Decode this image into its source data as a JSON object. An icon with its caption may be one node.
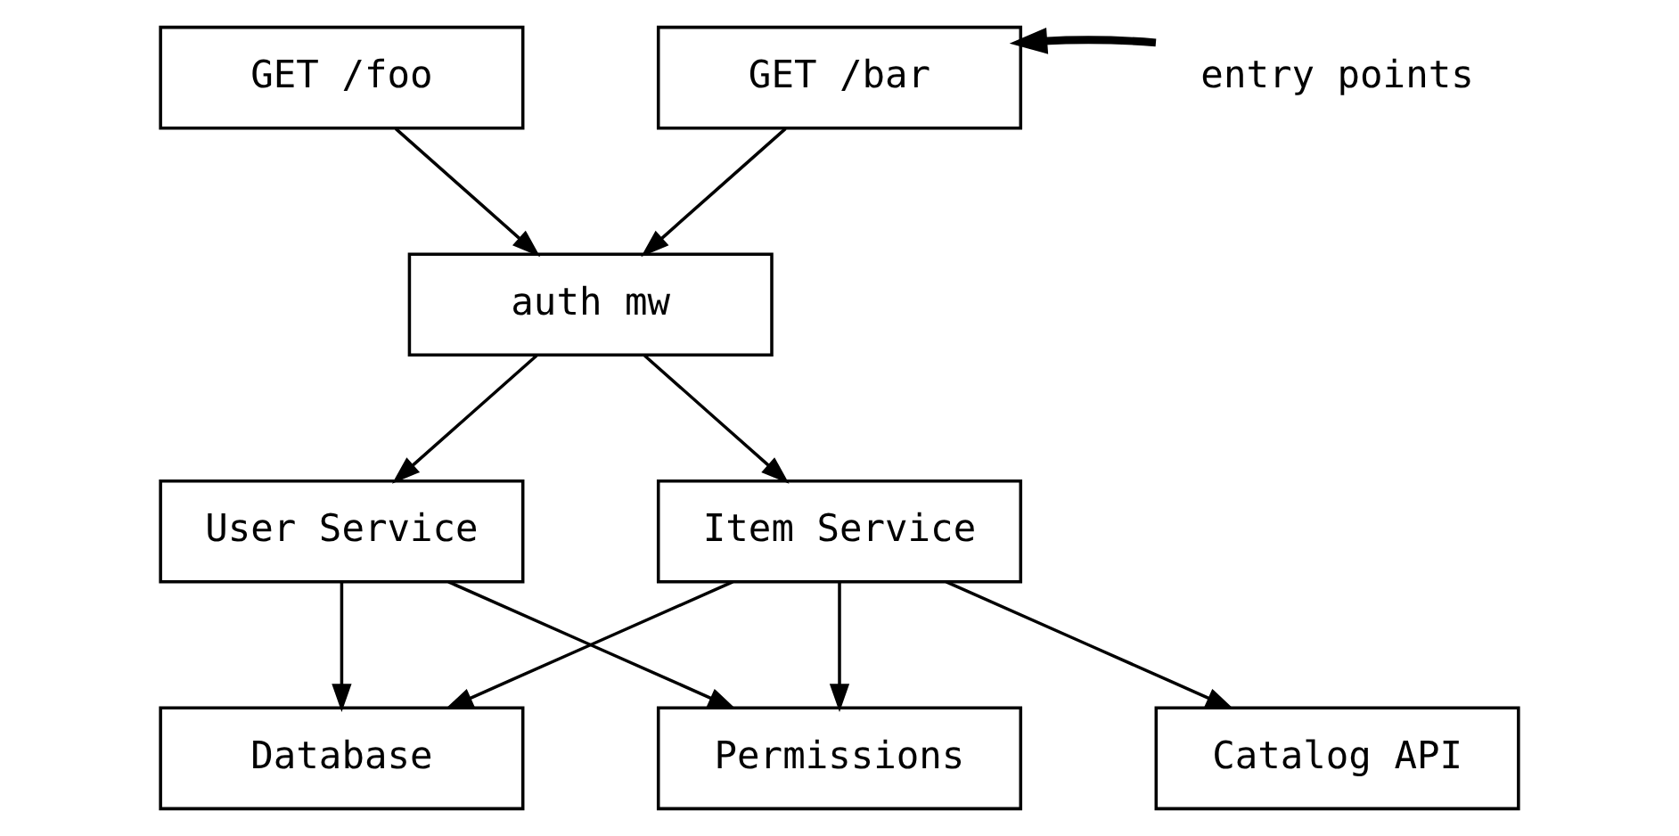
{
  "diagram": {
    "nodes": [
      {
        "text": [
          "GET /foo"
        ]
      },
      {
        "text": [
          "GET /bar"
        ]
      },
      {
        "text": [
          "entry points"
        ]
      },
      {
        "text": [
          "auth mw"
        ]
      },
      {
        "text": [
          "User Service"
        ]
      },
      {
        "text": [
          "Item Service"
        ]
      },
      {
        "text": [
          "Database"
        ]
      },
      {
        "text": [
          "Permissions"
        ]
      },
      {
        "text": [
          "Catalog API"
        ]
      }
    ],
    "edges": [
      {
        "from": 0,
        "to": 3,
        "arrow": "to"
      },
      {
        "from": 1,
        "to": 3,
        "arrow": "to"
      },
      {
        "from": 2,
        "to": 1,
        "arrow": "to",
        "style": "thick"
      },
      {
        "from": 3,
        "to": 4,
        "arrow": "to"
      },
      {
        "from": 3,
        "to": 5,
        "arrow": "to"
      },
      {
        "from": 4,
        "to": 6,
        "arrow": "to"
      },
      {
        "from": 4,
        "to": 7,
        "arrow": "to"
      },
      {
        "from": 5,
        "to": 6,
        "arrow": "to"
      },
      {
        "from": 5,
        "to": 7,
        "arrow": "to"
      },
      {
        "from": 5,
        "to": 8,
        "arrow": "to"
      }
    ]
  }
}
